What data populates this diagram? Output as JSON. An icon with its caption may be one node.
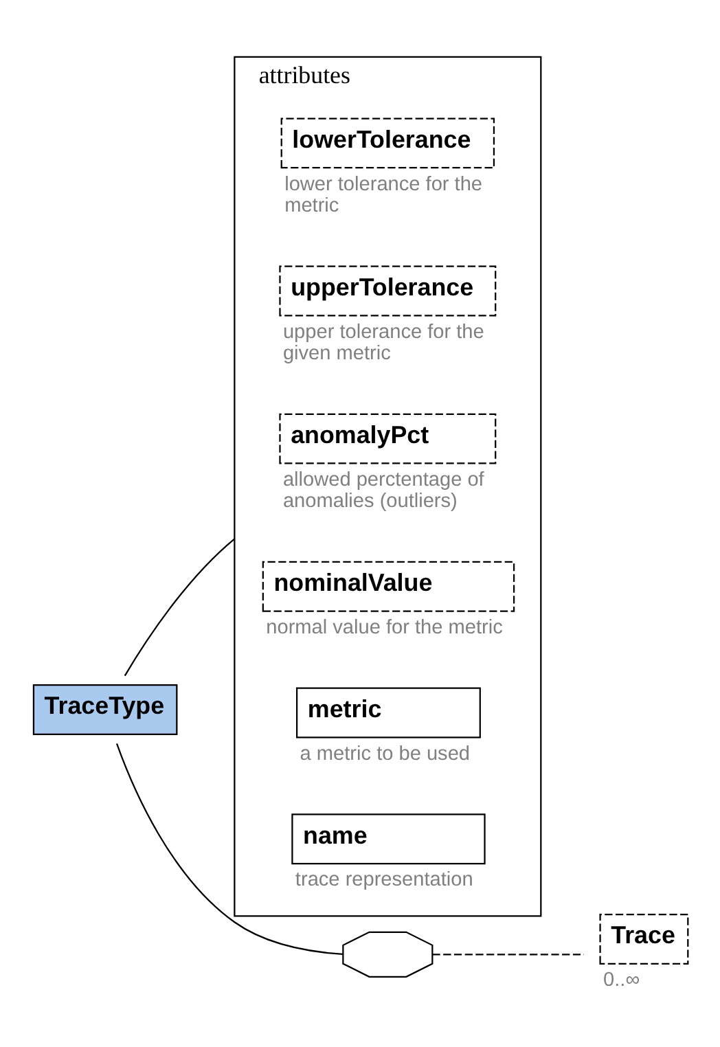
{
  "diagram": {
    "nodes": [
      {
        "text": [
          "TraceType"
        ]
      },
      {
        "text": [
          "attributes"
        ]
      },
      {
        "text": [
          "name"
        ],
        "in": 1,
        "beside": [
          "trace representation"
        ]
      },
      {
        "text": [
          "metric"
        ],
        "in": 1,
        "beside": [
          "a metric to be used"
        ]
      },
      {
        "text": [
          "nominalValue"
        ],
        "in": 1,
        "beside": [
          "normal value for the metric"
        ]
      },
      {
        "text": [
          "anomalyPct"
        ],
        "in": 1,
        "beside": [
          "allowed perctentage of anomalies (outliers)"
        ]
      },
      {
        "text": [
          "upperTolerance"
        ],
        "in": 1,
        "beside": [
          "upper tolerance for the given metric"
        ]
      },
      {
        "text": [
          "lowerTolerance"
        ],
        "in": 1,
        "beside": [
          "lower tolerance for the metric"
        ]
      },
      {
        "text": [],
        "shape": "octagon"
      },
      {
        "text": [
          "Trace"
        ],
        "beside": [
          "0..∞"
        ]
      }
    ],
    "edges": [
      {
        "from": 0,
        "to": 1,
        "arrow": "none"
      },
      {
        "from": 0,
        "to": 8,
        "arrow": "none"
      },
      {
        "from": 8,
        "to": 9,
        "arrow": "none",
        "style": "dashed"
      }
    ]
  }
}
